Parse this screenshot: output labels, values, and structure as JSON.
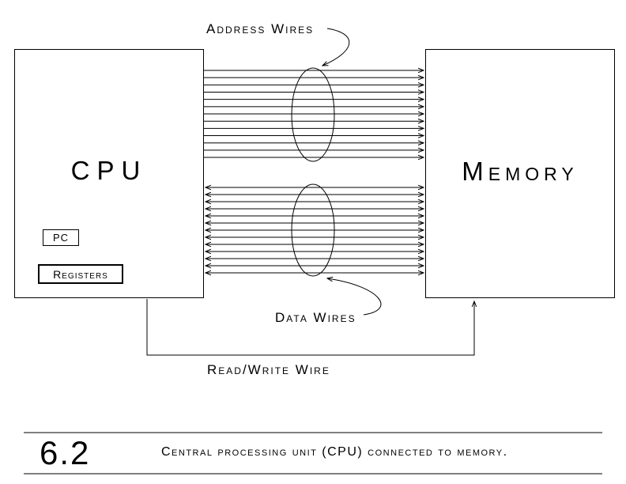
{
  "diagram": {
    "cpu_label": "CPU",
    "memory_label": "Memory",
    "pc_label": "PC",
    "registers_label": "Registers",
    "address_wires_label": "Address Wires",
    "data_wires_label": "Data Wires",
    "read_write_label": "Read/Write Wire"
  },
  "footer": {
    "figure_number": "6.2",
    "caption": "Central processing unit (CPU) connected to memory."
  }
}
